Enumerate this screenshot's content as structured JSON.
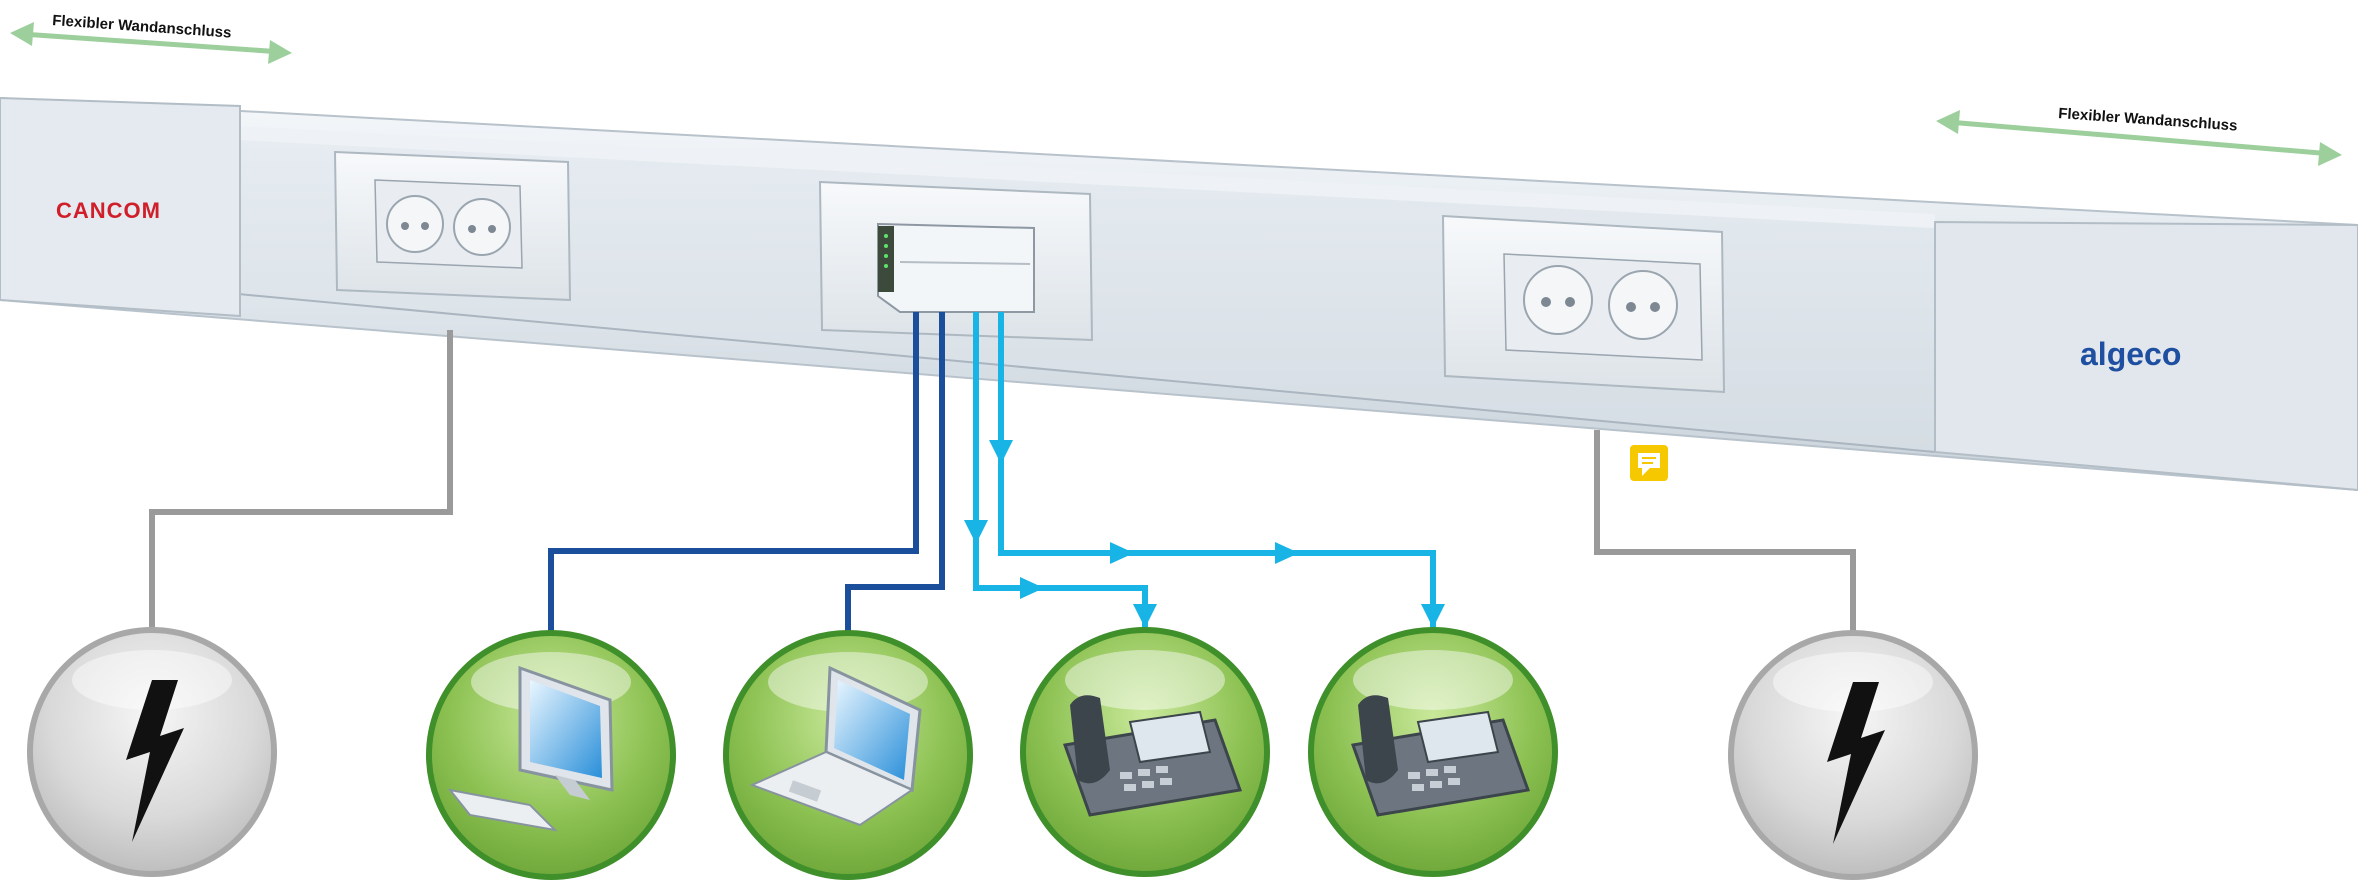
{
  "labels": {
    "wall_connection_left": "Flexibler Wandanschluss",
    "wall_connection_right": "Flexibler Wandanschluss"
  },
  "logos": {
    "left_brand": "CANCOM",
    "right_brand": "algeco"
  },
  "colors": {
    "arrow_green": "#9ccf9c",
    "power_cable": "#9a9a9a",
    "data_cable_dark": "#1b4f9c",
    "data_cable_light": "#19b4e6",
    "node_ring_green": "#3f8f2a",
    "node_fill_green": "#8cc152",
    "node_ring_grey": "#a8a8a8",
    "node_fill_grey": "#d9d9d9",
    "comment_icon": "#f5c800"
  },
  "nodes": [
    {
      "id": "power-left",
      "icon": "lightning-bolt-icon"
    },
    {
      "id": "desktop",
      "icon": "desktop-computer-icon"
    },
    {
      "id": "laptop",
      "icon": "laptop-icon"
    },
    {
      "id": "phone-1",
      "icon": "ip-phone-icon"
    },
    {
      "id": "phone-2",
      "icon": "ip-phone-icon"
    },
    {
      "id": "power-right",
      "icon": "lightning-bolt-icon"
    }
  ]
}
